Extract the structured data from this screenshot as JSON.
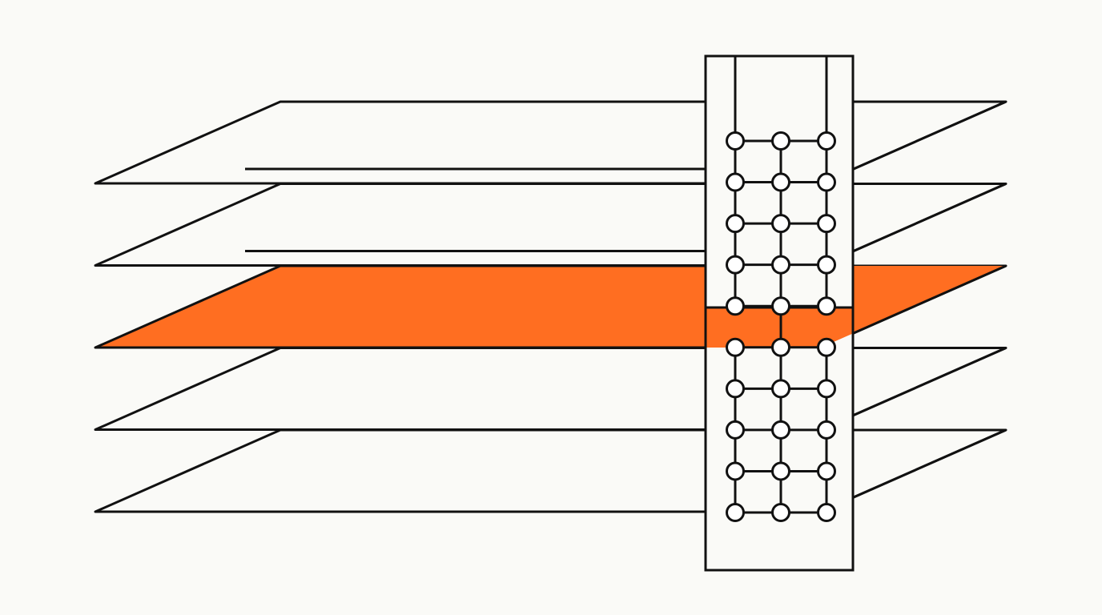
{
  "diagram": {
    "layers": [
      {
        "id": "layer-1",
        "highlighted": false
      },
      {
        "id": "layer-2",
        "highlighted": false
      },
      {
        "id": "layer-3",
        "highlighted": true
      },
      {
        "id": "layer-4",
        "highlighted": false
      },
      {
        "id": "layer-5",
        "highlighted": false
      }
    ],
    "grid": {
      "rows": 10,
      "columns": 3
    },
    "colors": {
      "background": "#fafaf7",
      "stroke": "#111111",
      "highlight": "#ff6e21",
      "node_fill": "#ffffff"
    }
  }
}
